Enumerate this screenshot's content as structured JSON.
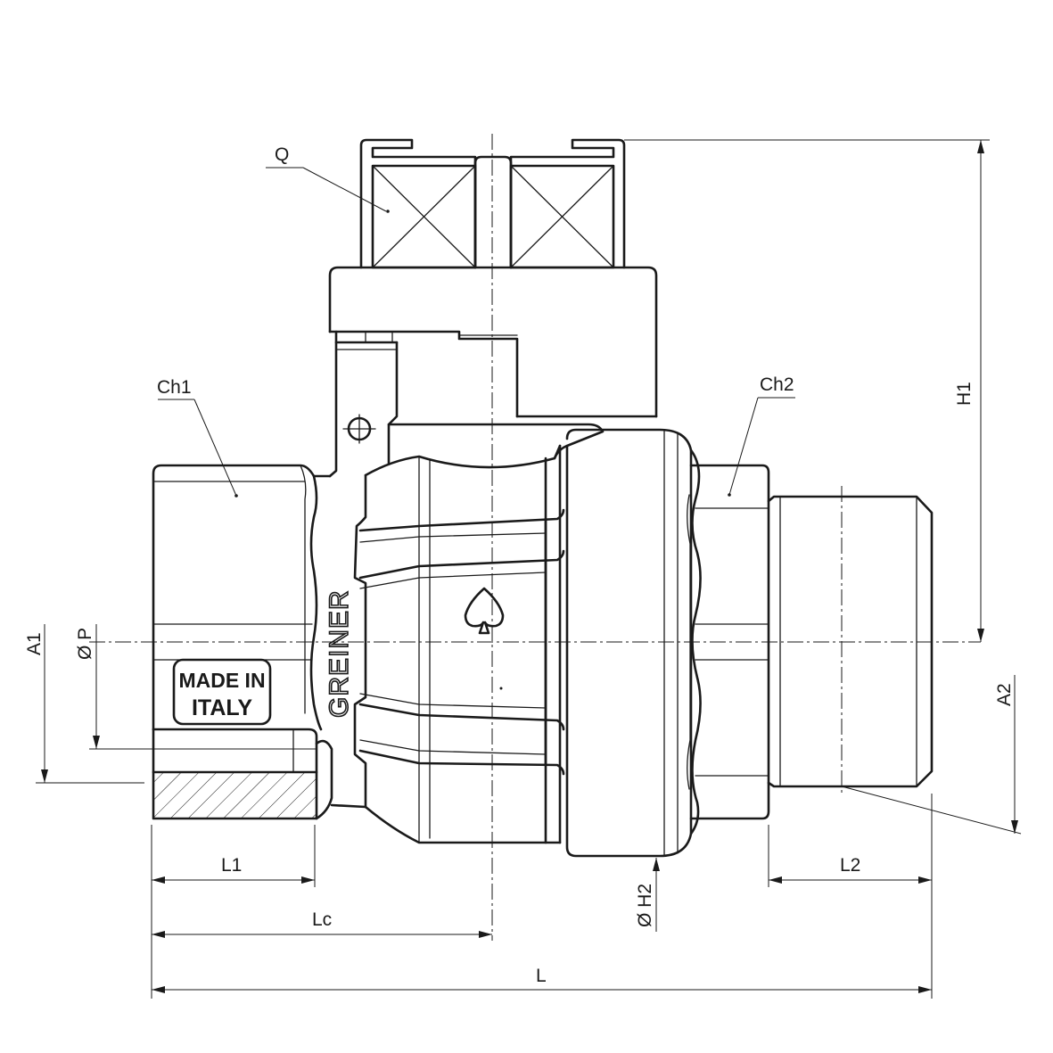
{
  "labels": {
    "q": "Q",
    "ch1": "Ch1",
    "ch2": "Ch2",
    "h1": "H1",
    "a1": "A1",
    "p": "Ø P",
    "a2": "A2",
    "l1": "L1",
    "l2": "L2",
    "h2": "Ø H2",
    "lc": "Lc",
    "l": "L"
  },
  "markings": {
    "made_in_line1": "MADE IN",
    "made_in_line2": "ITALY",
    "brand": "GREINER"
  },
  "colors": {
    "line": "#1a1a1a",
    "background": "#ffffff"
  }
}
